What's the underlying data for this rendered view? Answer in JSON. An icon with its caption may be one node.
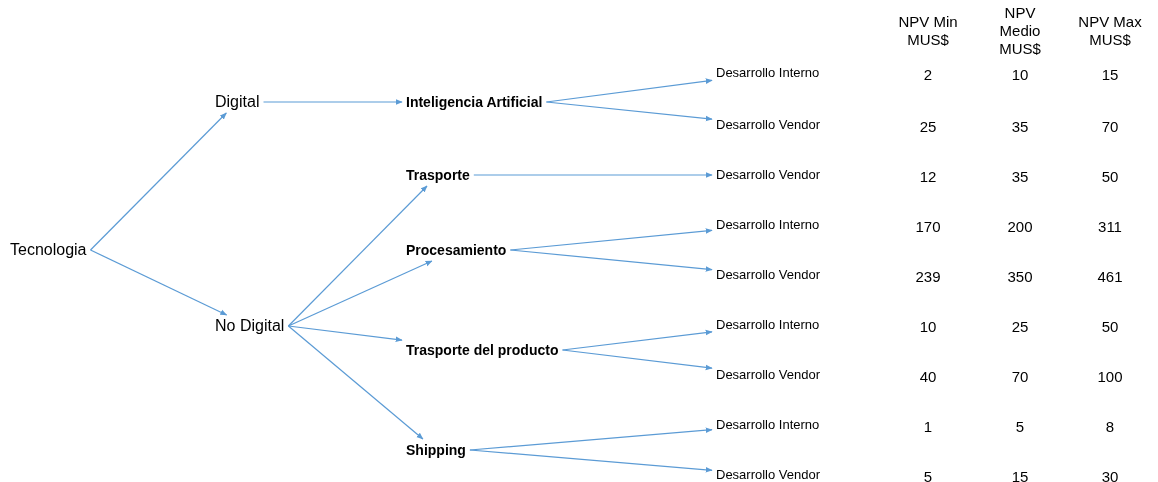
{
  "diagram": {
    "nodes": [
      {
        "text": [
          "Tecnologia"
        ]
      },
      {
        "text": [
          "Digital"
        ]
      },
      {
        "text": [
          "No Digital"
        ]
      },
      {
        "text": [
          "Inteligencia Artificial"
        ]
      },
      {
        "text": [
          "Trasporte"
        ]
      },
      {
        "text": [
          "Procesamiento"
        ]
      },
      {
        "text": [
          "Trasporte del producto"
        ]
      },
      {
        "text": [
          "Shipping"
        ]
      },
      {
        "text": [
          "Desarrollo Interno"
        ]
      },
      {
        "text": [
          "Desarrollo Vendor"
        ]
      },
      {
        "text": [
          "Desarrollo Vendor"
        ]
      },
      {
        "text": [
          "Desarrollo Interno"
        ]
      },
      {
        "text": [
          "Desarrollo Vendor"
        ]
      },
      {
        "text": [
          "Desarrollo Interno"
        ]
      },
      {
        "text": [
          "Desarrollo Vendor"
        ]
      },
      {
        "text": [
          "Desarrollo Interno"
        ]
      },
      {
        "text": [
          "Desarrollo Vendor"
        ]
      }
    ],
    "edges": [
      {
        "from": 0,
        "to": 1,
        "arrow": "to"
      },
      {
        "from": 0,
        "to": 2,
        "arrow": "to"
      },
      {
        "from": 1,
        "to": 3,
        "arrow": "to"
      },
      {
        "from": 2,
        "to": 4,
        "arrow": "to"
      },
      {
        "from": 2,
        "to": 5,
        "arrow": "to"
      },
      {
        "from": 2,
        "to": 6,
        "arrow": "to"
      },
      {
        "from": 2,
        "to": 7,
        "arrow": "to"
      },
      {
        "from": 3,
        "to": 8,
        "arrow": "to"
      },
      {
        "from": 3,
        "to": 9,
        "arrow": "to"
      },
      {
        "from": 4,
        "to": 10,
        "arrow": "to"
      },
      {
        "from": 5,
        "to": 11,
        "arrow": "to"
      },
      {
        "from": 5,
        "to": 12,
        "arrow": "to"
      },
      {
        "from": 6,
        "to": 13,
        "arrow": "to"
      },
      {
        "from": 6,
        "to": 14,
        "arrow": "to"
      },
      {
        "from": 7,
        "to": 15,
        "arrow": "to"
      },
      {
        "from": 7,
        "to": 16,
        "arrow": "to"
      }
    ],
    "labels": [
      "NPV Min MUS$",
      "NPV Medio MUS$",
      "NPV Max MUS$",
      "2",
      "10",
      "15",
      "25",
      "35",
      "70",
      "12",
      "35",
      "50",
      "170",
      "200",
      "311",
      "239",
      "350",
      "461",
      "10",
      "25",
      "50",
      "40",
      "70",
      "100",
      "1",
      "5",
      "8",
      "5",
      "15",
      "30"
    ]
  }
}
